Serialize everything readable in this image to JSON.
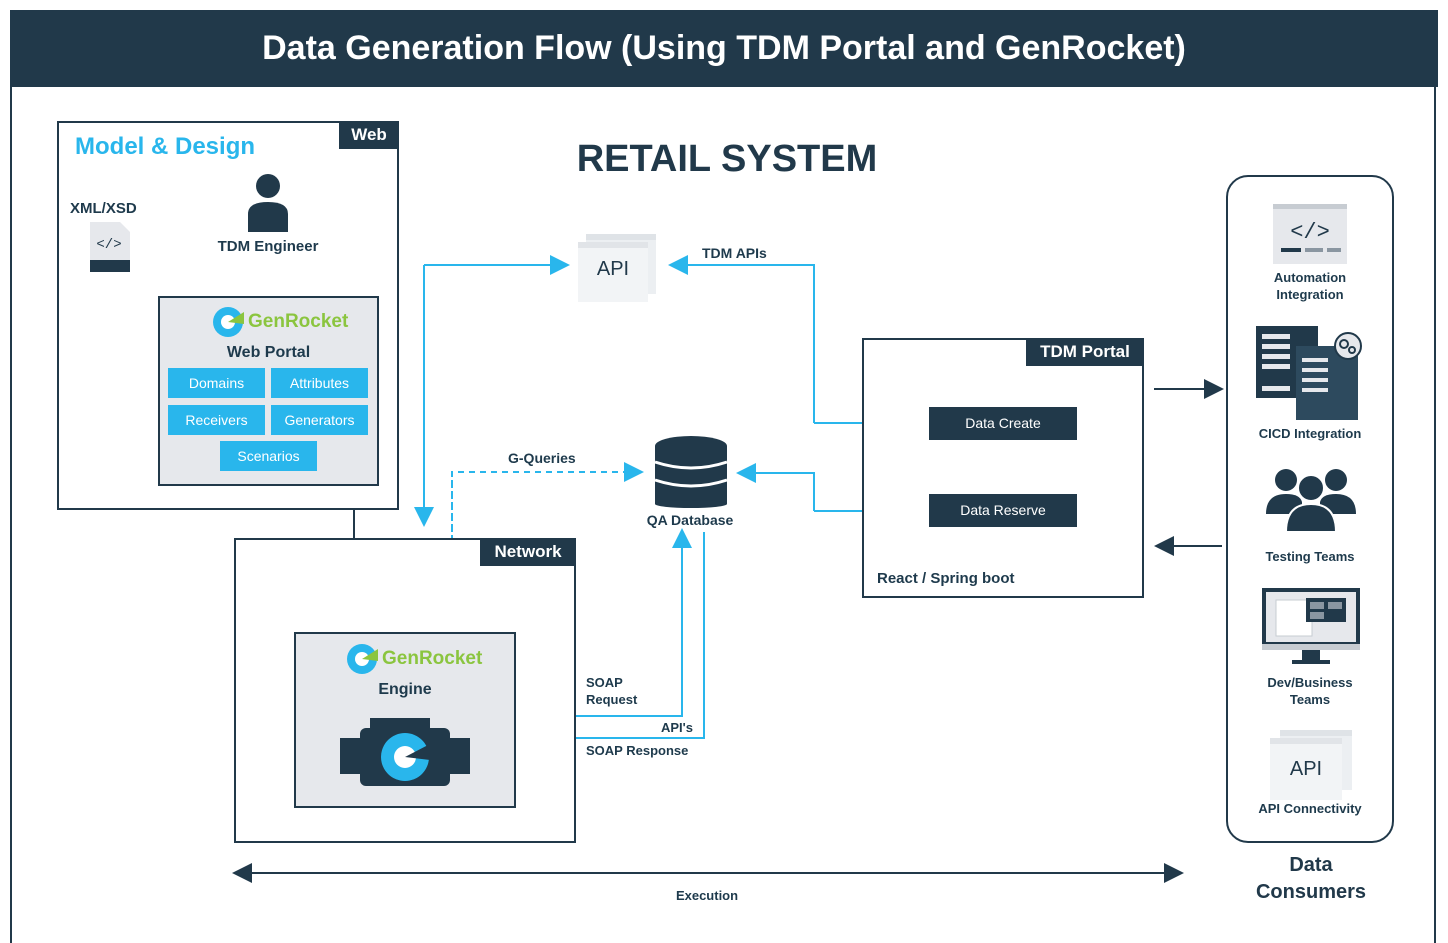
{
  "title": "Data Generation Flow (Using TDM Portal and GenRocket)",
  "subtitle": "RETAIL SYSTEM",
  "web_box": {
    "tag": "Web",
    "heading": "Model & Design",
    "xml_label": "XML/XSD",
    "engineer_label": "TDM Engineer",
    "portal": {
      "brand": "GenRocket",
      "name": "Web Portal",
      "buttons": [
        "Domains",
        "Attributes",
        "Receivers",
        "Generators",
        "Scenarios"
      ]
    }
  },
  "api_top": {
    "label": "API",
    "link_label": "TDM APIs"
  },
  "database": {
    "label": "QA Database",
    "query_label": "G-Queries"
  },
  "network_box": {
    "tag": "Network",
    "engine": {
      "brand": "GenRocket",
      "name": "Engine"
    }
  },
  "soap": {
    "request": "SOAP\nRequest",
    "apis": "API's",
    "response": "SOAP Response"
  },
  "tdm_portal": {
    "tag": "TDM Portal",
    "buttons": [
      "Data Create",
      "Data Reserve"
    ],
    "footer": "React / Spring boot"
  },
  "consumers": {
    "title": "Data\nConsumers",
    "items": [
      "Automation\nIntegration",
      "CICD Integration",
      "Testing Teams",
      "Dev/Business\nTeams",
      "API Connectivity"
    ],
    "api_icon_text": "API"
  },
  "execution_label": "Execution",
  "colors": {
    "navy": "#21394a",
    "accent": "#29b6ec",
    "green": "#8bc53f"
  }
}
